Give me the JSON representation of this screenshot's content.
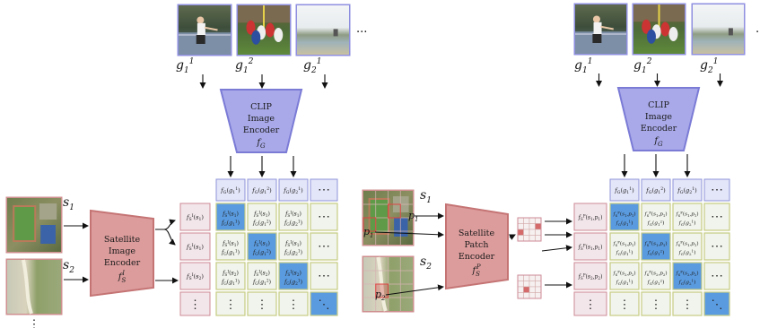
{
  "left": {
    "ground_labels": [
      "g",
      "g",
      "g"
    ],
    "ground_subs": [
      "1",
      "1",
      "2"
    ],
    "ground_sups": [
      "1",
      "2",
      "1"
    ],
    "ellipsis": "...",
    "clip_encoder": {
      "line1": "CLIP",
      "line2": "Image",
      "line3": "Encoder",
      "fn": "f",
      "fn_sub": "G"
    },
    "sat_encoder": {
      "line1": "Satellite",
      "line2": "Image",
      "line3": "Encoder",
      "fn": "f",
      "fn_sub": "S",
      "fn_sup": "I"
    },
    "sat_labels": [
      "s",
      "s"
    ],
    "sat_subs": [
      "1",
      "2"
    ],
    "vdots": "⋮",
    "header_cells": [
      "f_G(g_1^1)",
      "f_G(g_1^2)",
      "f_G(g_2^1)",
      "⋯"
    ],
    "row_cells": [
      "f_S^I(s_1)",
      "f_S^I(s_1)",
      "f_S^I(s_2)",
      "⋮"
    ],
    "grid_rows": [
      [
        [
          "f_S^I(s_1)",
          "f_G(g_1^1)"
        ],
        [
          "f_S^I(s_1)",
          "f_G(g_1^2)"
        ],
        [
          "f_S^I(s_1)",
          "f_G(g_2^1)"
        ],
        "⋯"
      ],
      [
        [
          "f_S^I(s_1)",
          "f_G(g_1^1)"
        ],
        [
          "f_S^I(s_1)",
          "f_G(g_1^2)"
        ],
        [
          "f_S^I(s_1)",
          "f_G(g_2^1)"
        ],
        "⋯"
      ],
      [
        [
          "f_S^I(s_2)",
          "f_G(g_1^1)"
        ],
        [
          "f_S^I(s_2)",
          "f_G(g_1^2)"
        ],
        [
          "f_S^I(s_2)",
          "f_G(g_2^1)"
        ],
        "⋯"
      ],
      [
        "⋮",
        "⋮",
        "⋮",
        "⋱"
      ]
    ]
  },
  "right": {
    "ground_labels": [
      "g",
      "g",
      "g"
    ],
    "ground_subs": [
      "1",
      "1",
      "2"
    ],
    "ground_sups": [
      "1",
      "2",
      "1"
    ],
    "ellipsis": ".",
    "clip_encoder": {
      "line1": "CLIP",
      "line2": "Image",
      "line3": "Encoder",
      "fn": "f",
      "fn_sub": "G"
    },
    "patch_encoder": {
      "line1": "Satellite",
      "line2": "Patch",
      "line3": "Encoder",
      "fn": "f",
      "fn_sub": "S",
      "fn_sup": "P"
    },
    "sat_labels": [
      "s",
      "s"
    ],
    "sat_subs": [
      "1",
      "2"
    ],
    "patch_labels": [
      "p",
      "p",
      "p"
    ],
    "patch_subs": [
      "1",
      "1",
      "2"
    ],
    "header_cells": [
      "f_G(g_1^1)",
      "f_G(g_1^2)",
      "f_G(g_2^1)",
      "⋯"
    ],
    "row_cells": [
      "f_S^P(s_1,p_1)",
      "f_S^P(s_1,p_1)",
      "f_S^P(s_2,p_2)",
      "⋮"
    ],
    "grid_rows": [
      [
        [
          "f_S^P(s_1,p_1)",
          "f_G(g_1^1)"
        ],
        [
          "f_S^P(s_1,p_1)",
          "f_G(g_1^2)"
        ],
        [
          "f_S^P(s_1,p_1)",
          "f_G(g_2^1)"
        ],
        "⋯"
      ],
      [
        [
          "f_S^P(s_1,p_1)",
          "f_G(g_1^1)"
        ],
        [
          "f_S^P(s_1,p_1)",
          "f_G(g_1^2)"
        ],
        [
          "f_S^P(s_1,p_1)",
          "f_G(g_2^1)"
        ],
        "⋯"
      ],
      [
        [
          "f_S^P(s_2,p_2)",
          "f_G(g_1^1)"
        ],
        [
          "f_S^P(s_2,p_2)",
          "f_G(g_1^2)"
        ],
        [
          "f_S^P(s_2,p_2)",
          "f_G(g_2^1)"
        ],
        "⋯"
      ],
      [
        "⋮",
        "⋮",
        "⋮",
        "⋱"
      ]
    ]
  },
  "colors": {
    "clip_fill": "#a9a9ea",
    "clip_stroke": "#7b7bd6",
    "sat_fill": "#dc9c9c",
    "sat_stroke": "#c57474",
    "header_fill": "#e3e5f8",
    "header_stroke": "#8f94d9",
    "row_fill": "#f3e6ea",
    "row_stroke": "#cc8a96",
    "cell_fill": "#f1f4ec",
    "cell_stroke": "#c6cc82",
    "positive_fill": "#5a9be0",
    "positive_stroke": "#c6cc82"
  },
  "highlighted_cells": {
    "left": [
      [
        0,
        0
      ],
      [
        1,
        1
      ],
      [
        2,
        2
      ],
      [
        3,
        3
      ]
    ],
    "right": [
      [
        0,
        0
      ],
      [
        1,
        1
      ],
      [
        2,
        2
      ],
      [
        3,
        3
      ]
    ]
  }
}
